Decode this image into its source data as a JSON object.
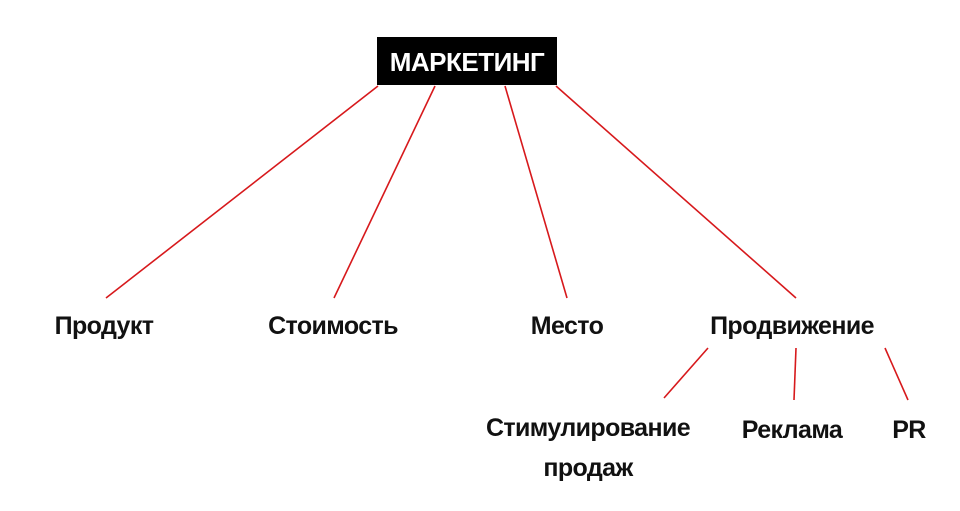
{
  "diagram": {
    "root": {
      "label": "МАРКЕТИНГ"
    },
    "level1": [
      {
        "label": "Продукт"
      },
      {
        "label": "Стоимость"
      },
      {
        "label": "Место"
      },
      {
        "label": "Продвижение"
      }
    ],
    "level2": [
      {
        "line1": "Стимулирование",
        "line2": "продаж"
      },
      {
        "label": "Реклама"
      },
      {
        "label": "PR"
      }
    ]
  },
  "colors": {
    "connector": "#d7191c",
    "root_background": "#000000",
    "root_text": "#ffffff",
    "node_text": "#111111"
  }
}
